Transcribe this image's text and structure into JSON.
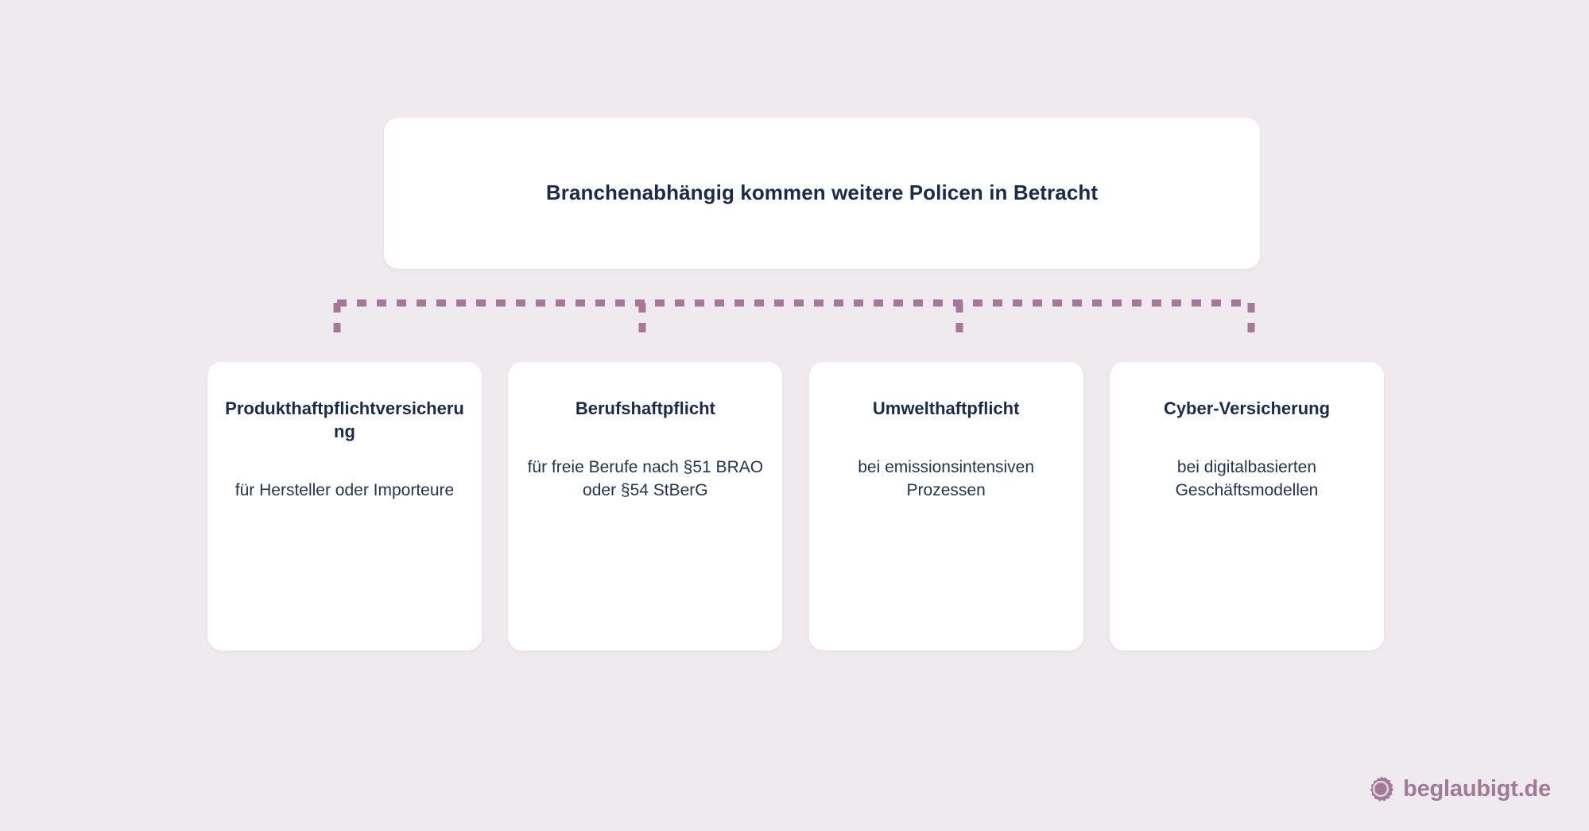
{
  "canvas": {
    "background_color": "#efeaee",
    "text_color": "#1b2a4a",
    "accent_color": "#a07a96"
  },
  "root": {
    "title": "Branchenabhängig kommen weitere Policen in Betracht"
  },
  "connector": {
    "style": "dotted",
    "color": "#a5789a"
  },
  "cards": [
    {
      "title": "Produkthaftpflichtversicherung",
      "description": "für Hersteller oder Importeure"
    },
    {
      "title": "Berufshaftpflicht",
      "description": "für freie Berufe nach §51 BRAO oder §54 StBerG"
    },
    {
      "title": "Umwelthaftpflicht",
      "description": "bei emissionsintensiven Prozessen"
    },
    {
      "title": "Cyber-Versicherung",
      "description": "bei digitalbasierten Geschäftsmodellen"
    }
  ],
  "brand": {
    "name": "beglaubigt.de",
    "icon": "seal-badge-icon",
    "color": "#a07a96"
  }
}
